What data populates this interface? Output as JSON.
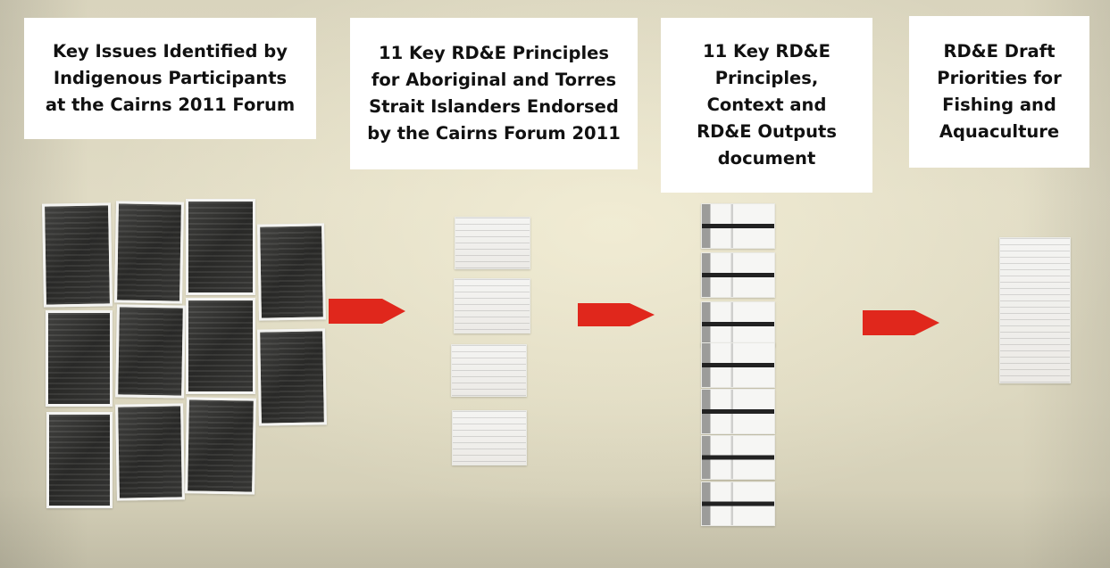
{
  "labels": [
    {
      "id": "key-issues",
      "text": "Key Issues Identified by\nIndigenous Participants\nat the Cairns 2011 Forum"
    },
    {
      "id": "principles-endorsed",
      "text": "11 Key RD&E Principles\nfor Aboriginal and Torres\nStrait Islanders Endorsed\nby the Cairns Forum 2011"
    },
    {
      "id": "principles-context",
      "text": "11 Key RD&E\nPrinciples,\nContext and\nRD&E Outputs\ndocument"
    },
    {
      "id": "draft-priorities",
      "text": "RD&E Draft\nPriorities for\nFishing and\nAquaculture"
    }
  ],
  "colors": {
    "wall": "#dcd7bf",
    "arrow": "#e0271c",
    "label_bg": "#ffffff"
  }
}
